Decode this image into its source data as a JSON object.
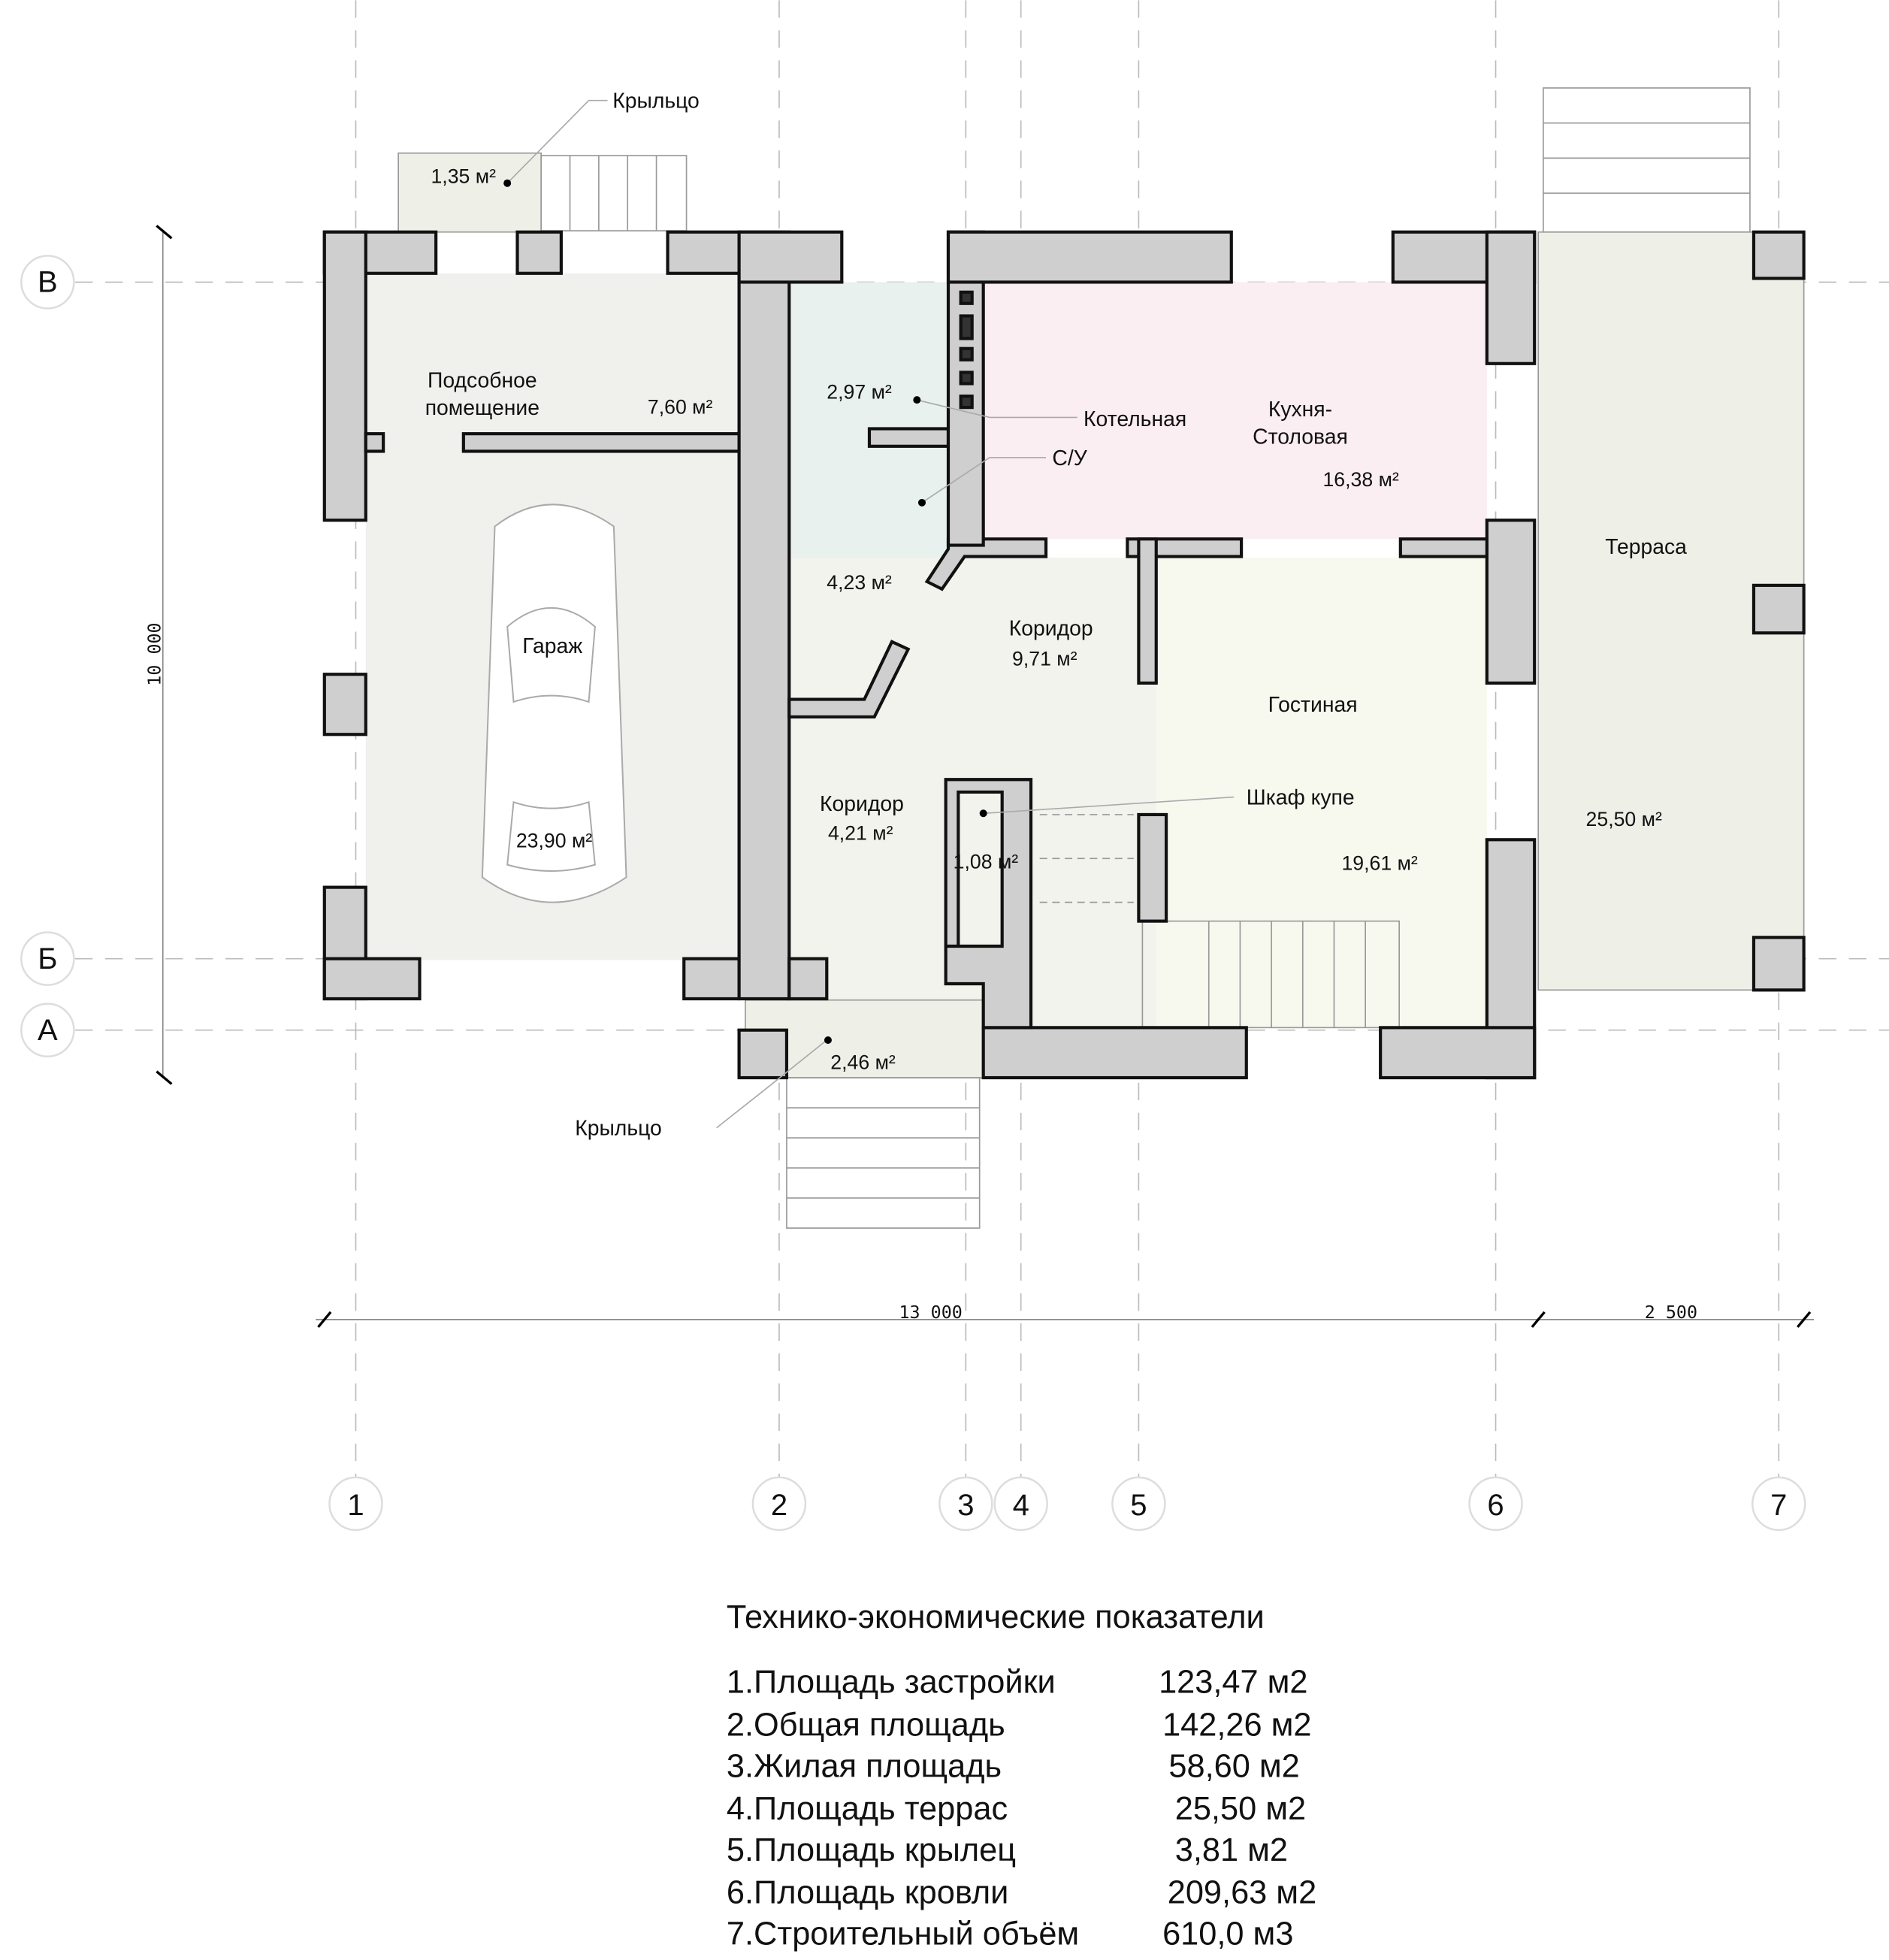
{
  "rooms": [
    {
      "name": "Подсобное",
      "name2": "помещение",
      "area": "7,60 м²"
    },
    {
      "name": "Гараж",
      "area": "23,90 м²"
    },
    {
      "name": "Котельная",
      "area": "2,97 м²"
    },
    {
      "name": "С/У",
      "area": "4,23 м²"
    },
    {
      "name": "Кухня-",
      "name2": "Столовая",
      "area": "16,38 м²"
    },
    {
      "name": "Коридор",
      "area": "9,71 м²"
    },
    {
      "name": "Коридор",
      "area": "4,21 м²"
    },
    {
      "name": "Шкаф купе",
      "area": "1,08 м²"
    },
    {
      "name": "Гостиная",
      "area": "19,61 м²"
    },
    {
      "name": "Терраса",
      "area": "25,50 м²"
    },
    {
      "name": "Крыльцо",
      "area": "1,35 м²"
    },
    {
      "name": "Крыльцо",
      "area": "2,46 м²"
    }
  ],
  "axes": {
    "rows": [
      "В",
      "Б",
      "А"
    ],
    "cols": [
      "1",
      "2",
      "3",
      "4",
      "5",
      "6",
      "7"
    ]
  },
  "dimensions": {
    "height": "10 000",
    "width_main": "13 000",
    "width_terrace": "2 500"
  },
  "table": {
    "title": "Технико-экономические показатели",
    "rows": [
      {
        "label": "1.Площадь застройки",
        "value": "123,47 м2"
      },
      {
        "label": "2.Общая площадь",
        "value": "142,26 м2"
      },
      {
        "label": "3.Жилая площадь",
        "value": "58,60 м2"
      },
      {
        "label": "4.Площадь террас",
        "value": "25,50 м2"
      },
      {
        "label": "5.Площадь крылец",
        "value": "3,81 м2"
      },
      {
        "label": "6.Площадь кровли",
        "value": "209,63 м2"
      },
      {
        "label": "7.Строительный объём",
        "value": "610,0 м3"
      }
    ]
  },
  "colors": {
    "wall": "#cfcfcf",
    "garage": "#f0f1ec",
    "wet": "#e8f1ee",
    "kitchen": "#fbeef3",
    "living": "#f7f8ee",
    "terrace": "#eef0e8"
  }
}
